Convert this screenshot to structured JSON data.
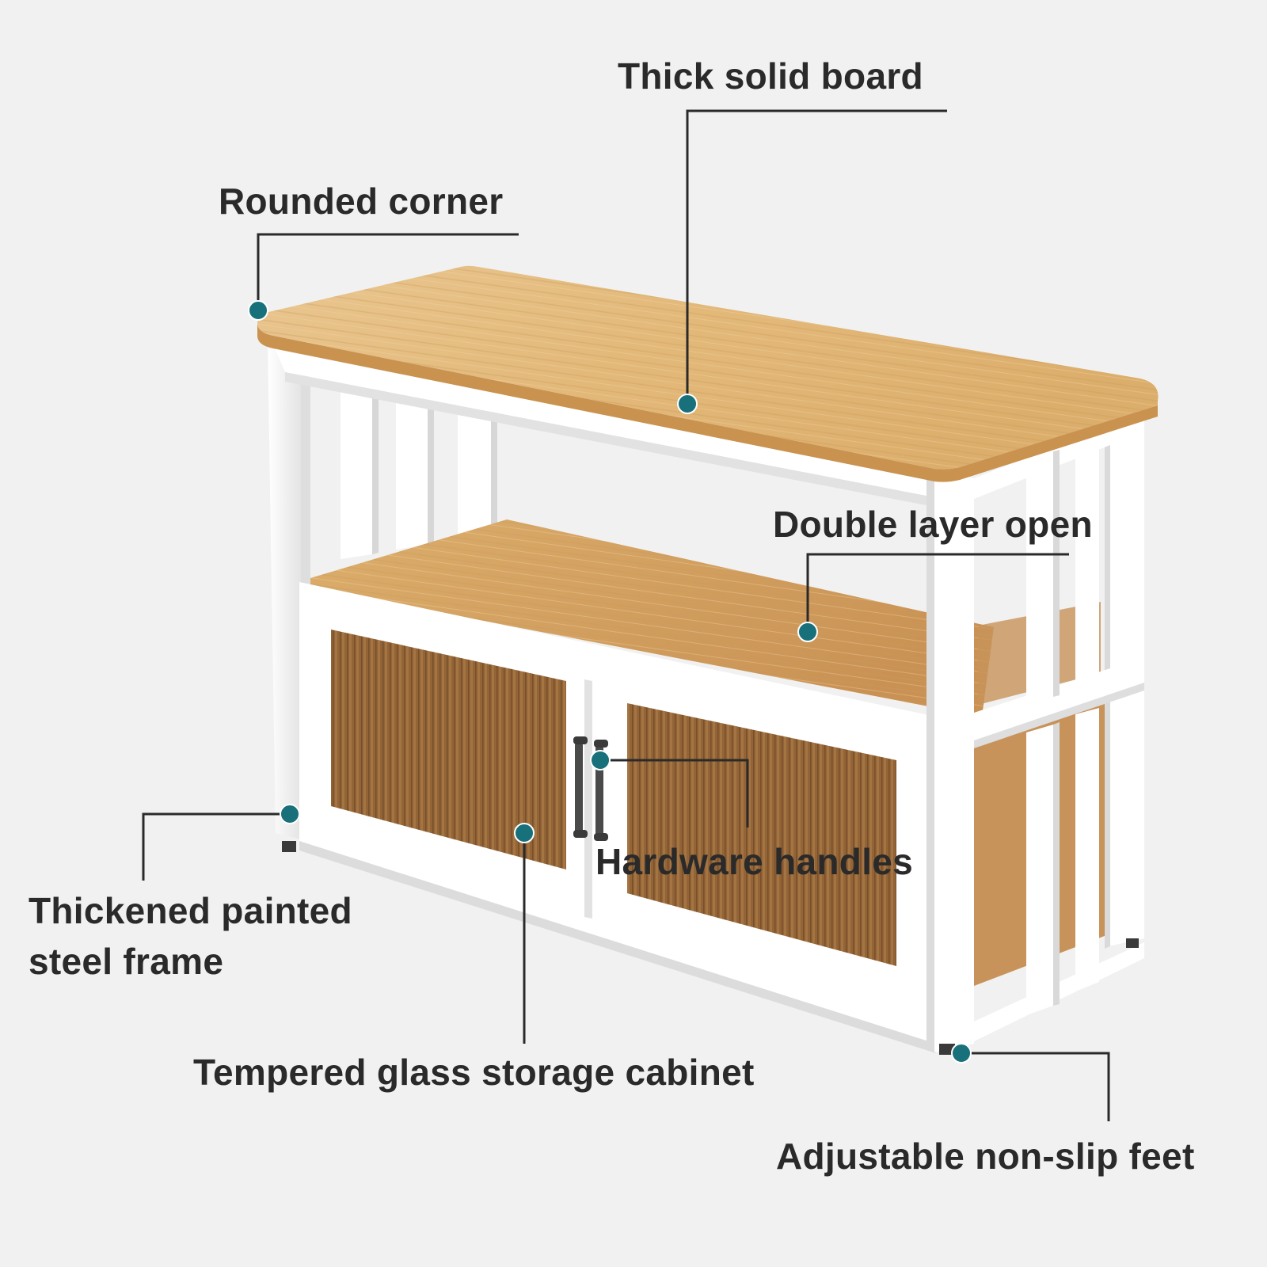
{
  "colors": {
    "background": "#f1f1f1",
    "wood_light": "#e8c48c",
    "wood_mid": "#d7a868",
    "wood_dark": "#c48e4e",
    "frame_white": "#ffffff",
    "frame_shadow": "#d9d9d9",
    "glass_brown": "#9a6a3c",
    "callout_dot": "#17707a",
    "callout_line": "#2a2a2a",
    "text": "#2a2a2a"
  },
  "icons": {
    "callout_marker": "teal-dot-icon",
    "door_handle": "door-handle-icon"
  },
  "callouts": [
    {
      "id": "thick-solid-board",
      "label": "Thick solid board"
    },
    {
      "id": "rounded-corner",
      "label": "Rounded corner"
    },
    {
      "id": "double-layer-open",
      "label": "Double layer open"
    },
    {
      "id": "hardware-handles",
      "label": "Hardware handles"
    },
    {
      "id": "thickened-painted-steel-frame",
      "lines": [
        "Thickened painted",
        "steel frame"
      ]
    },
    {
      "id": "tempered-glass-storage-cabinet",
      "label": "Tempered glass storage cabinet"
    },
    {
      "id": "adjustable-non-slip-feet",
      "label": "Adjustable non-slip feet"
    }
  ]
}
